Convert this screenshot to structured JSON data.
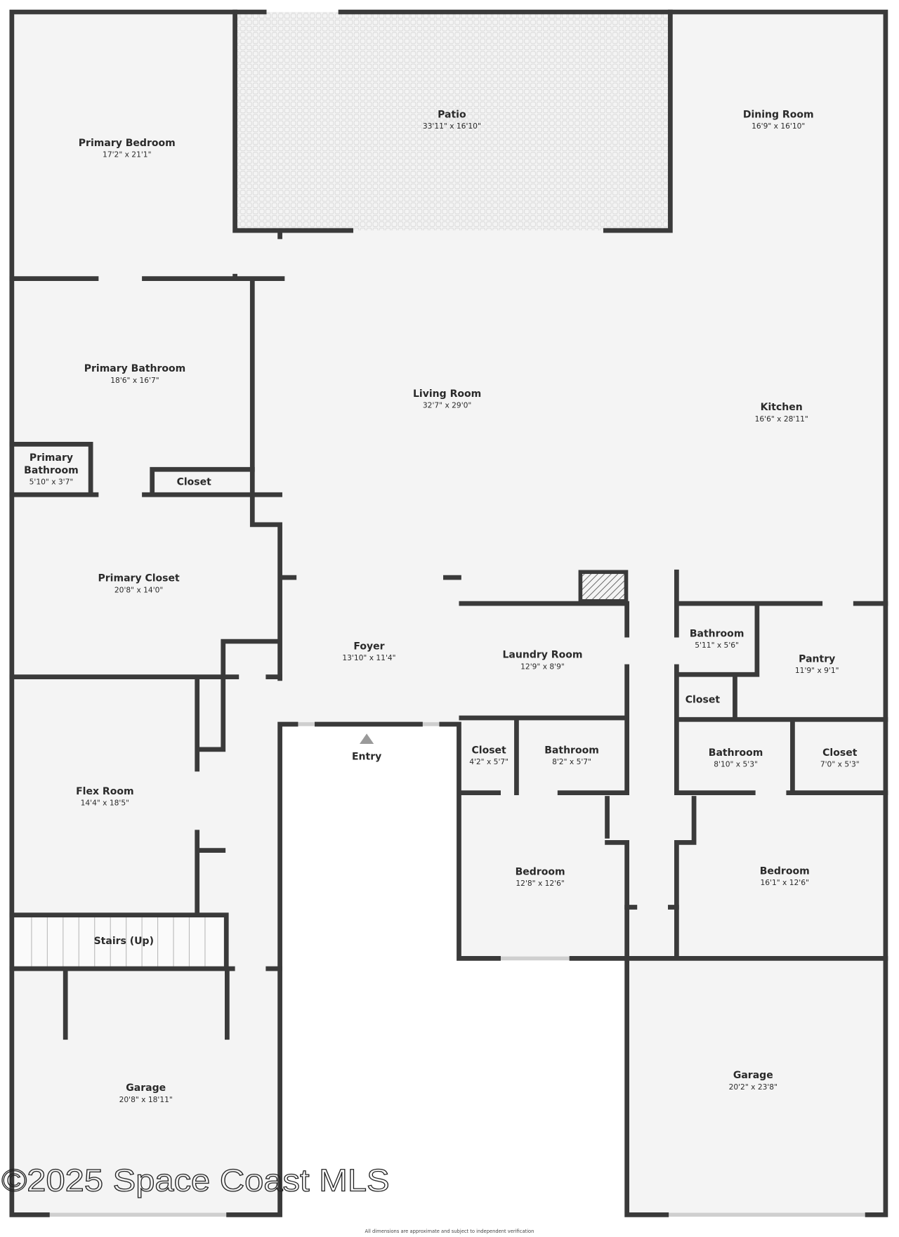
{
  "rooms": {
    "primary_bedroom": {
      "name": "Primary Bedroom",
      "dims": "17'2\" x 21'1\""
    },
    "patio": {
      "name": "Patio",
      "dims": "33'11\" x 16'10\""
    },
    "dining_room": {
      "name": "Dining Room",
      "dims": "16'9\" x 16'10\""
    },
    "primary_bathroom": {
      "name": "Primary Bathroom",
      "dims": "18'6\" x 16'7\""
    },
    "living_room": {
      "name": "Living Room",
      "dims": "32'7\" x 29'0\""
    },
    "kitchen": {
      "name": "Kitchen",
      "dims": "16'6\" x 28'11\""
    },
    "primary_bathroom_small": {
      "name_line1": "Primary",
      "name_line2": "Bathroom",
      "dims": "5'10\" x 3'7\""
    },
    "closet_primary": {
      "name": "Closet"
    },
    "primary_closet": {
      "name": "Primary Closet",
      "dims": "20'8\" x 14'0\""
    },
    "foyer": {
      "name": "Foyer",
      "dims": "13'10\" x 11'4\""
    },
    "laundry_room": {
      "name": "Laundry Room",
      "dims": "12'9\" x 8'9\""
    },
    "bathroom_hall_right": {
      "name": "Bathroom",
      "dims": "5'11\" x 5'6\""
    },
    "pantry": {
      "name": "Pantry",
      "dims": "11'9\" x 9'1\""
    },
    "closet_small_right": {
      "name": "Closet"
    },
    "entry": {
      "name": "Entry"
    },
    "closet_mid": {
      "name": "Closet",
      "dims": "4'2\" x 5'7\""
    },
    "bathroom_mid": {
      "name": "Bathroom",
      "dims": "8'2\" x 5'7\""
    },
    "bathroom_right": {
      "name": "Bathroom",
      "dims": "8'10\" x 5'3\""
    },
    "closet_right": {
      "name": "Closet",
      "dims": "7'0\" x 5'3\""
    },
    "flex_room": {
      "name": "Flex Room",
      "dims": "14'4\" x 18'5\""
    },
    "bedroom_mid": {
      "name": "Bedroom",
      "dims": "12'8\" x 12'6\""
    },
    "bedroom_right": {
      "name": "Bedroom",
      "dims": "16'1\" x 12'6\""
    },
    "stairs": {
      "name": "Stairs (Up)"
    },
    "garage_left": {
      "name": "Garage",
      "dims": "20'8\" x 18'11\""
    },
    "garage_right": {
      "name": "Garage",
      "dims": "20'2\" x 23'8\""
    }
  },
  "watermark": "©2025 Space Coast MLS",
  "footer_note": "All dimensions are approximate and subject to independent verification",
  "colors": {
    "wall": "#3a3a3a",
    "floor": "#f4f4f4",
    "background": "#ffffff"
  }
}
